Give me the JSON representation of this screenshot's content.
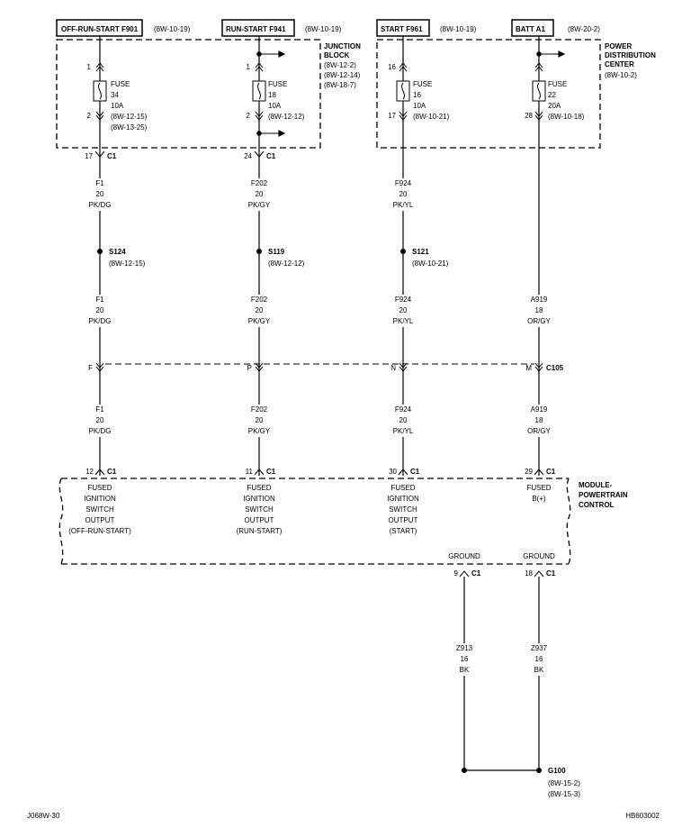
{
  "sources": [
    {
      "name": "OFF-RUN-START F901",
      "ref": "(8W-10-19)"
    },
    {
      "name": "RUN-START F941",
      "ref": "(8W-10-19)"
    },
    {
      "name": "START F961",
      "ref": "(8W-10-19)"
    },
    {
      "name": "BATT A1",
      "ref": "(8W-20-2)"
    }
  ],
  "junction_block": {
    "title1": "JUNCTION",
    "title2": "BLOCK",
    "refs": [
      "(8W-12-2)",
      "(8W-12-14)",
      "(8W-18-7)"
    ]
  },
  "pdc": {
    "title1": "POWER",
    "title2": "DISTRIBUTION",
    "title3": "CENTER",
    "ref": "(8W-10-2)"
  },
  "fuses": [
    {
      "in_pin": "1",
      "label": "FUSE",
      "num": "34",
      "amp": "10A",
      "out_pin": "2",
      "refs": [
        "(8W-12-15)",
        "(8W-13-25)"
      ]
    },
    {
      "in_pin": "1",
      "label": "FUSE",
      "num": "18",
      "amp": "10A",
      "out_pin": "2",
      "refs": [
        "(8W-12-12)"
      ]
    },
    {
      "in_pin": "16",
      "label": "FUSE",
      "num": "16",
      "amp": "10A",
      "out_pin": "17",
      "refs": [
        "(8W-10-21)"
      ]
    },
    {
      "in_pin": "",
      "label": "FUSE",
      "num": "22",
      "amp": "20A",
      "out_pin": "28",
      "refs": [
        "(8W-10-18)"
      ]
    }
  ],
  "jb_connectors": [
    {
      "pin": "17",
      "conn": "C1"
    },
    {
      "pin": "24",
      "conn": "C1"
    }
  ],
  "wires_upper": [
    {
      "circuit": "F1",
      "gauge": "20",
      "color": "PK/DG"
    },
    {
      "circuit": "F202",
      "gauge": "20",
      "color": "PK/GY"
    },
    {
      "circuit": "F924",
      "gauge": "20",
      "color": "PK/YL"
    }
  ],
  "splices": [
    {
      "name": "S124",
      "ref": "(8W-12-15)"
    },
    {
      "name": "S119",
      "ref": "(8W-12-12)"
    },
    {
      "name": "S121",
      "ref": "(8W-10-21)"
    }
  ],
  "wires_mid": [
    {
      "circuit": "F1",
      "gauge": "20",
      "color": "PK/DG"
    },
    {
      "circuit": "F202",
      "gauge": "20",
      "color": "PK/GY"
    },
    {
      "circuit": "F924",
      "gauge": "20",
      "color": "PK/YL"
    },
    {
      "circuit": "A919",
      "gauge": "18",
      "color": "OR/GY"
    }
  ],
  "c105": {
    "name": "C105",
    "pins": [
      "F",
      "P",
      "N",
      "M"
    ]
  },
  "wires_lower": [
    {
      "circuit": "F1",
      "gauge": "20",
      "color": "PK/DG"
    },
    {
      "circuit": "F202",
      "gauge": "20",
      "color": "PK/GY"
    },
    {
      "circuit": "F924",
      "gauge": "20",
      "color": "PK/YL"
    },
    {
      "circuit": "A919",
      "gauge": "18",
      "color": "OR/GY"
    }
  ],
  "pcm_connectors": [
    {
      "pin": "12",
      "conn": "C1"
    },
    {
      "pin": "11",
      "conn": "C1"
    },
    {
      "pin": "30",
      "conn": "C1"
    },
    {
      "pin": "29",
      "conn": "C1"
    }
  ],
  "pcm": {
    "title1": "MODULE-",
    "title2": "POWERTRAIN",
    "title3": "CONTROL"
  },
  "pcm_functions": [
    [
      "FUSED",
      "IGNITION",
      "SWITCH",
      "OUTPUT",
      "(OFF-RUN-START)"
    ],
    [
      "FUSED",
      "IGNITION",
      "SWITCH",
      "OUTPUT",
      "(RUN-START)"
    ],
    [
      "FUSED",
      "IGNITION",
      "SWITCH",
      "OUTPUT",
      "(START)"
    ],
    [
      "FUSED",
      "B(+)"
    ]
  ],
  "grounds": [
    {
      "label": "GROUND",
      "pin": "9",
      "conn": "C1",
      "circuit": "Z913",
      "gauge": "16",
      "color": "BK"
    },
    {
      "label": "GROUND",
      "pin": "18",
      "conn": "C1",
      "circuit": "Z937",
      "gauge": "16",
      "color": "BK"
    }
  ],
  "g100": {
    "name": "G100",
    "refs": [
      "(8W-15-2)",
      "(8W-15-3)"
    ]
  },
  "footer": {
    "left": "J068W-30",
    "right": "HB603002"
  }
}
